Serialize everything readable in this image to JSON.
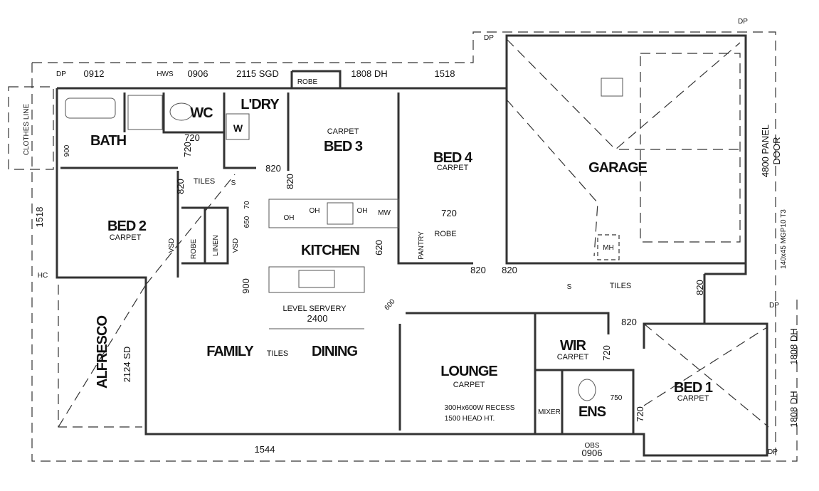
{
  "rooms": {
    "bath": {
      "name": "BATH"
    },
    "wc": {
      "name": "WC"
    },
    "laundry": {
      "name": "L'DRY"
    },
    "bed3": {
      "name": "BED 3",
      "floor": "CARPET"
    },
    "bed4": {
      "name": "BED 4",
      "floor": "CARPET"
    },
    "garage": {
      "name": "GARAGE"
    },
    "bed2": {
      "name": "BED 2",
      "floor": "CARPET"
    },
    "kitchen": {
      "name": "KITCHEN"
    },
    "family": {
      "name": "FAMILY",
      "floor": "TILES"
    },
    "dining": {
      "name": "DINING"
    },
    "alfresco": {
      "name": "ALFRESCO"
    },
    "lounge": {
      "name": "LOUNGE",
      "floor": "CARPET"
    },
    "wir": {
      "name": "WIR",
      "floor": "CARPET"
    },
    "ens": {
      "name": "ENS"
    },
    "bed1": {
      "name": "BED 1",
      "floor": "CARPET"
    },
    "hall_floor": "TILES",
    "entry_floor": "TILES"
  },
  "fixtures": {
    "robe": "ROBE",
    "linen": "LINEN",
    "pantry": "PANTRY",
    "vsd": "VSD",
    "oh": "OH",
    "mw": "MW",
    "hws": "HWS",
    "mh": "MH",
    "dp": "DP",
    "hc": "HC",
    "washer": "W",
    "smoke": "S",
    "mixer": "MIXER",
    "clothes_line": "CLOTHES LINE",
    "servery": "LEVEL SERVERY",
    "recess_note_1": "300Hx600W RECESS",
    "recess_note_2": "1500 HEAD HT.",
    "garage_door_1": "4800 PANEL",
    "garage_door_2": "DOOR",
    "beam": "140x45 MGP10 T3",
    "obs": "OBS"
  },
  "dimensions": {
    "w0912": "0912",
    "w0906": "0906",
    "sgd2115": "2115 SGD",
    "dh1808": "1808 DH",
    "w1518": "1518",
    "d720": "720",
    "d820": "820",
    "d900": "900",
    "d650": "650",
    "d70": "70",
    "d620": "620",
    "d600": "600",
    "d2400": "2400",
    "sd2124": "2124 SD",
    "w1544": "1544",
    "d750": "750"
  }
}
